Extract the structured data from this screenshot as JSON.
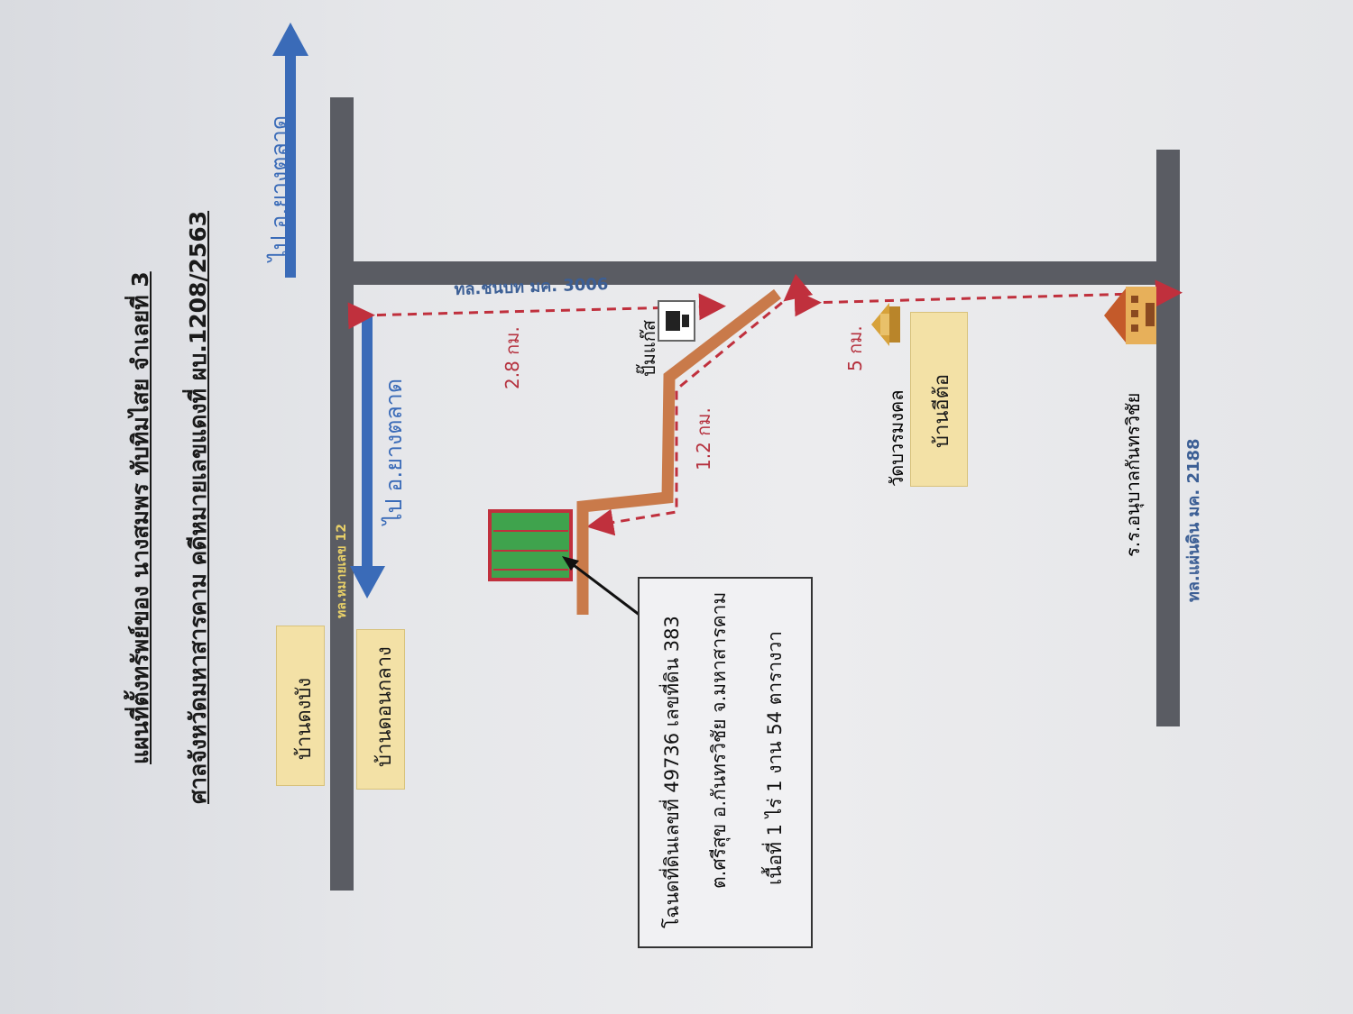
{
  "title_line1": "แผนที่ตั้งทรัพย์ของ นางสมพร ทับทิมไสย จำเลยที่ 3",
  "title_line2": "ศาลจังหวัดมหาสารคาม คดีหมายเลขแดงที่ ผบ.1208/2563",
  "roads": {
    "main": "ทล.ชนบท มค. 3006",
    "left": "ทล.หมายเลข 12",
    "right": "ทล.แผ่นดิน มค. 2188"
  },
  "directions": {
    "top": "ไป อ.ยางตลาด",
    "left": "ไป อ.ยางตลาด"
  },
  "villages": {
    "v1": "บ้านดงบัง",
    "v2": "บ้านดอนกลาง",
    "v3": "บ้านอีต้อ"
  },
  "distances": {
    "d1": "2.8 กม.",
    "d2": "1.2 กม.",
    "d3": "5 กม."
  },
  "landmarks": {
    "gas": "ปั๊มแก๊ส",
    "temple": "วัดบวรมงคล",
    "school": "ร.ร.อนุบาลกันทรวิชัย"
  },
  "info": {
    "line1": "โฉนดที่ดินเลขที่ 49736 เลขที่ดิน 383",
    "line2": "ต.ศรีสุข อ.กันทรวิชัย จ.มหาสารคาม",
    "line3": "เนื้อที่ 1  ไร่ 1  งาน 54  ตารางวา"
  },
  "colors": {
    "road": "#5a5c63",
    "arrow": "#3a6bb8",
    "dashed": "#c0303d",
    "path": "#c97a4a",
    "land": "#3fa34d"
  }
}
